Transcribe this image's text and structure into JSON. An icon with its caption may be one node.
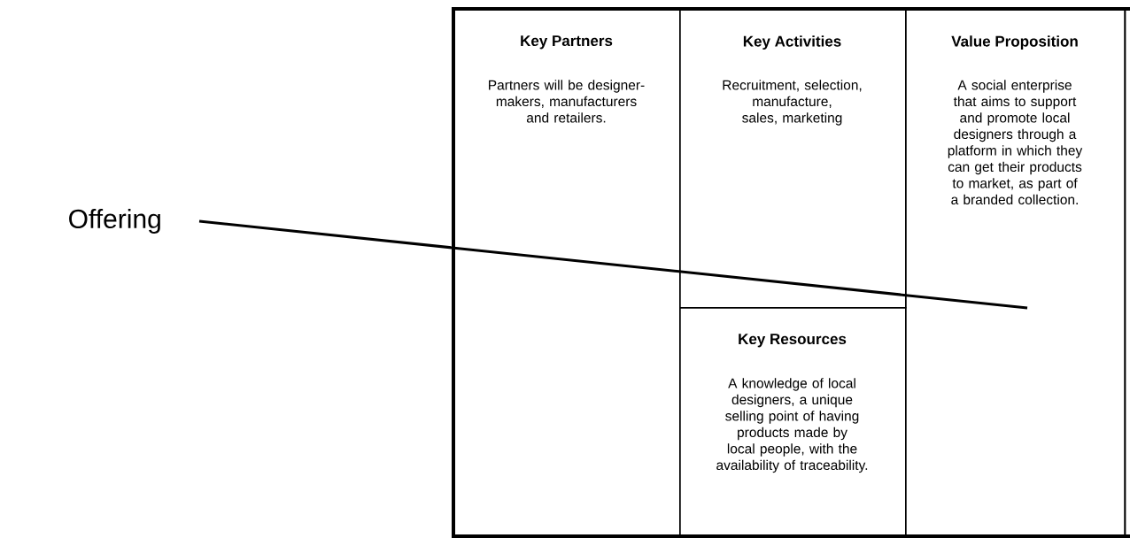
{
  "diagram": {
    "nodes": [
      {
        "text": [
          "Offering"
        ]
      },
      {
        "text": [
          "Key Partners",
          "Partners will be designer-makers, manufacturers and retailers."
        ]
      },
      {
        "text": [
          "Key Activities",
          "Recruitment, selection, manufacture, sales, marketing"
        ]
      },
      {
        "text": [
          "Key Resources",
          "A knowledge of local designers, a unique selling point of having products made by local people, with the availability of traceability."
        ]
      },
      {
        "text": [
          "Value Proposition",
          "A social enterprise that aims to support and promote local designers through a platform in which they can get their products to market, as part of a branded collection."
        ]
      }
    ],
    "edges": [
      {
        "from": 0,
        "to": 4,
        "arrow": "none"
      }
    ]
  }
}
